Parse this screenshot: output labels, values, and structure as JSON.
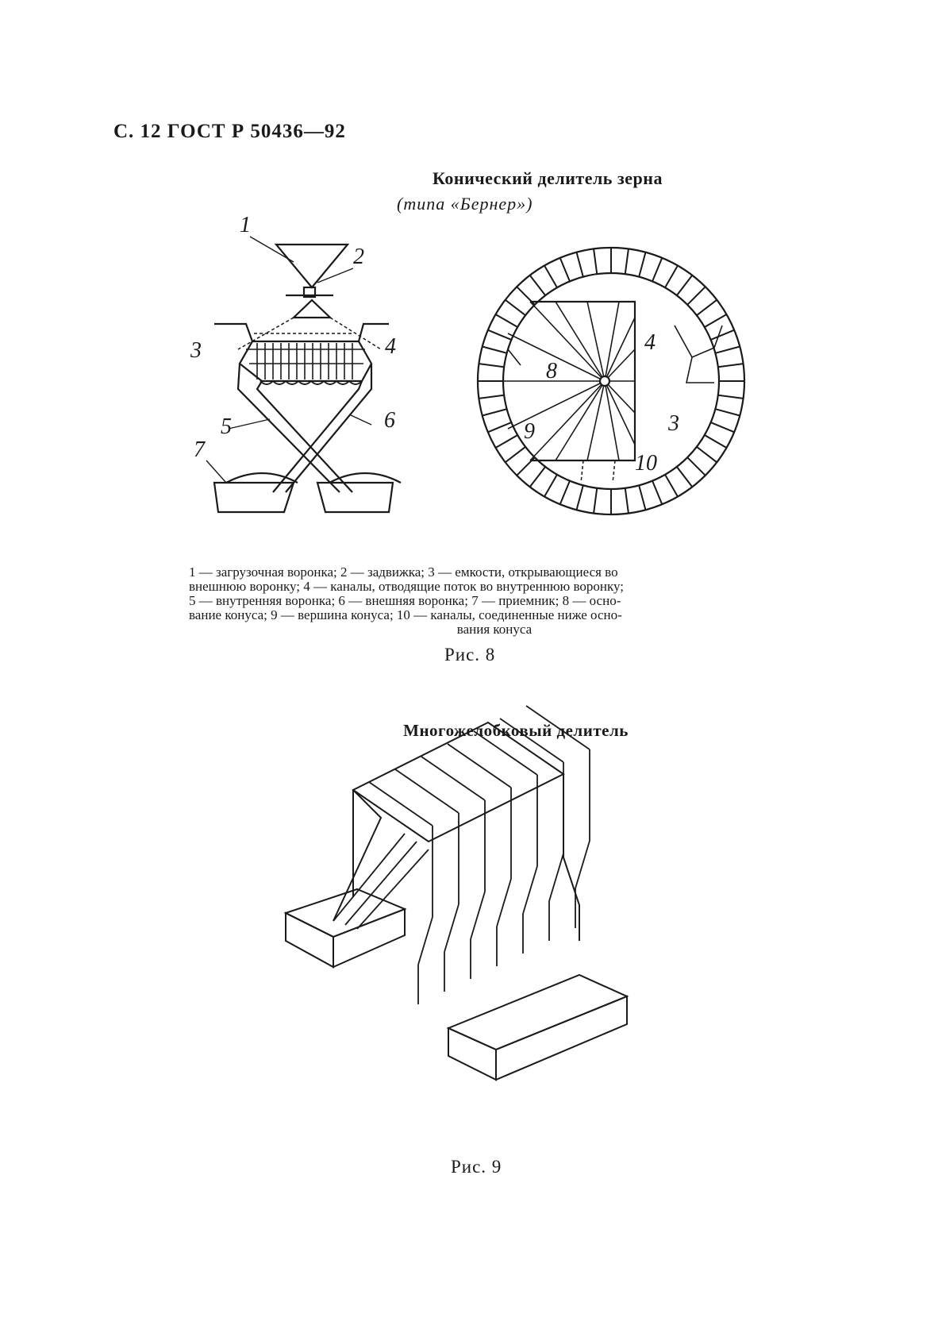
{
  "header": {
    "text": "С. 12 ГОСТ Р 50436—92"
  },
  "figure8": {
    "title": "Конический делитель зерна",
    "subtitle": "(типа «Бернер»)",
    "callouts_left": [
      "1",
      "2",
      "3",
      "4",
      "5",
      "6",
      "7"
    ],
    "callouts_right": [
      "4",
      "8",
      "3",
      "9",
      "10"
    ],
    "legend_lines": [
      "1 — загрузочная воронка; 2 — задвижка; 3 — емкости, открывающиеся во",
      "внешнюю воронку; 4 — каналы, отводящие поток во внутреннюю воронку;",
      "5 — внутренняя воронка; 6 — внешняя воронка; 7 — приемник; 8 — осно-",
      "вание конуса; 9 — вершина конуса; 10 — каналы, соединенные ниже осно-",
      "вания конуса"
    ],
    "caption": "Рис. 8"
  },
  "figure9": {
    "title": "Многожелобковый делитель",
    "caption": "Рис. 9"
  }
}
